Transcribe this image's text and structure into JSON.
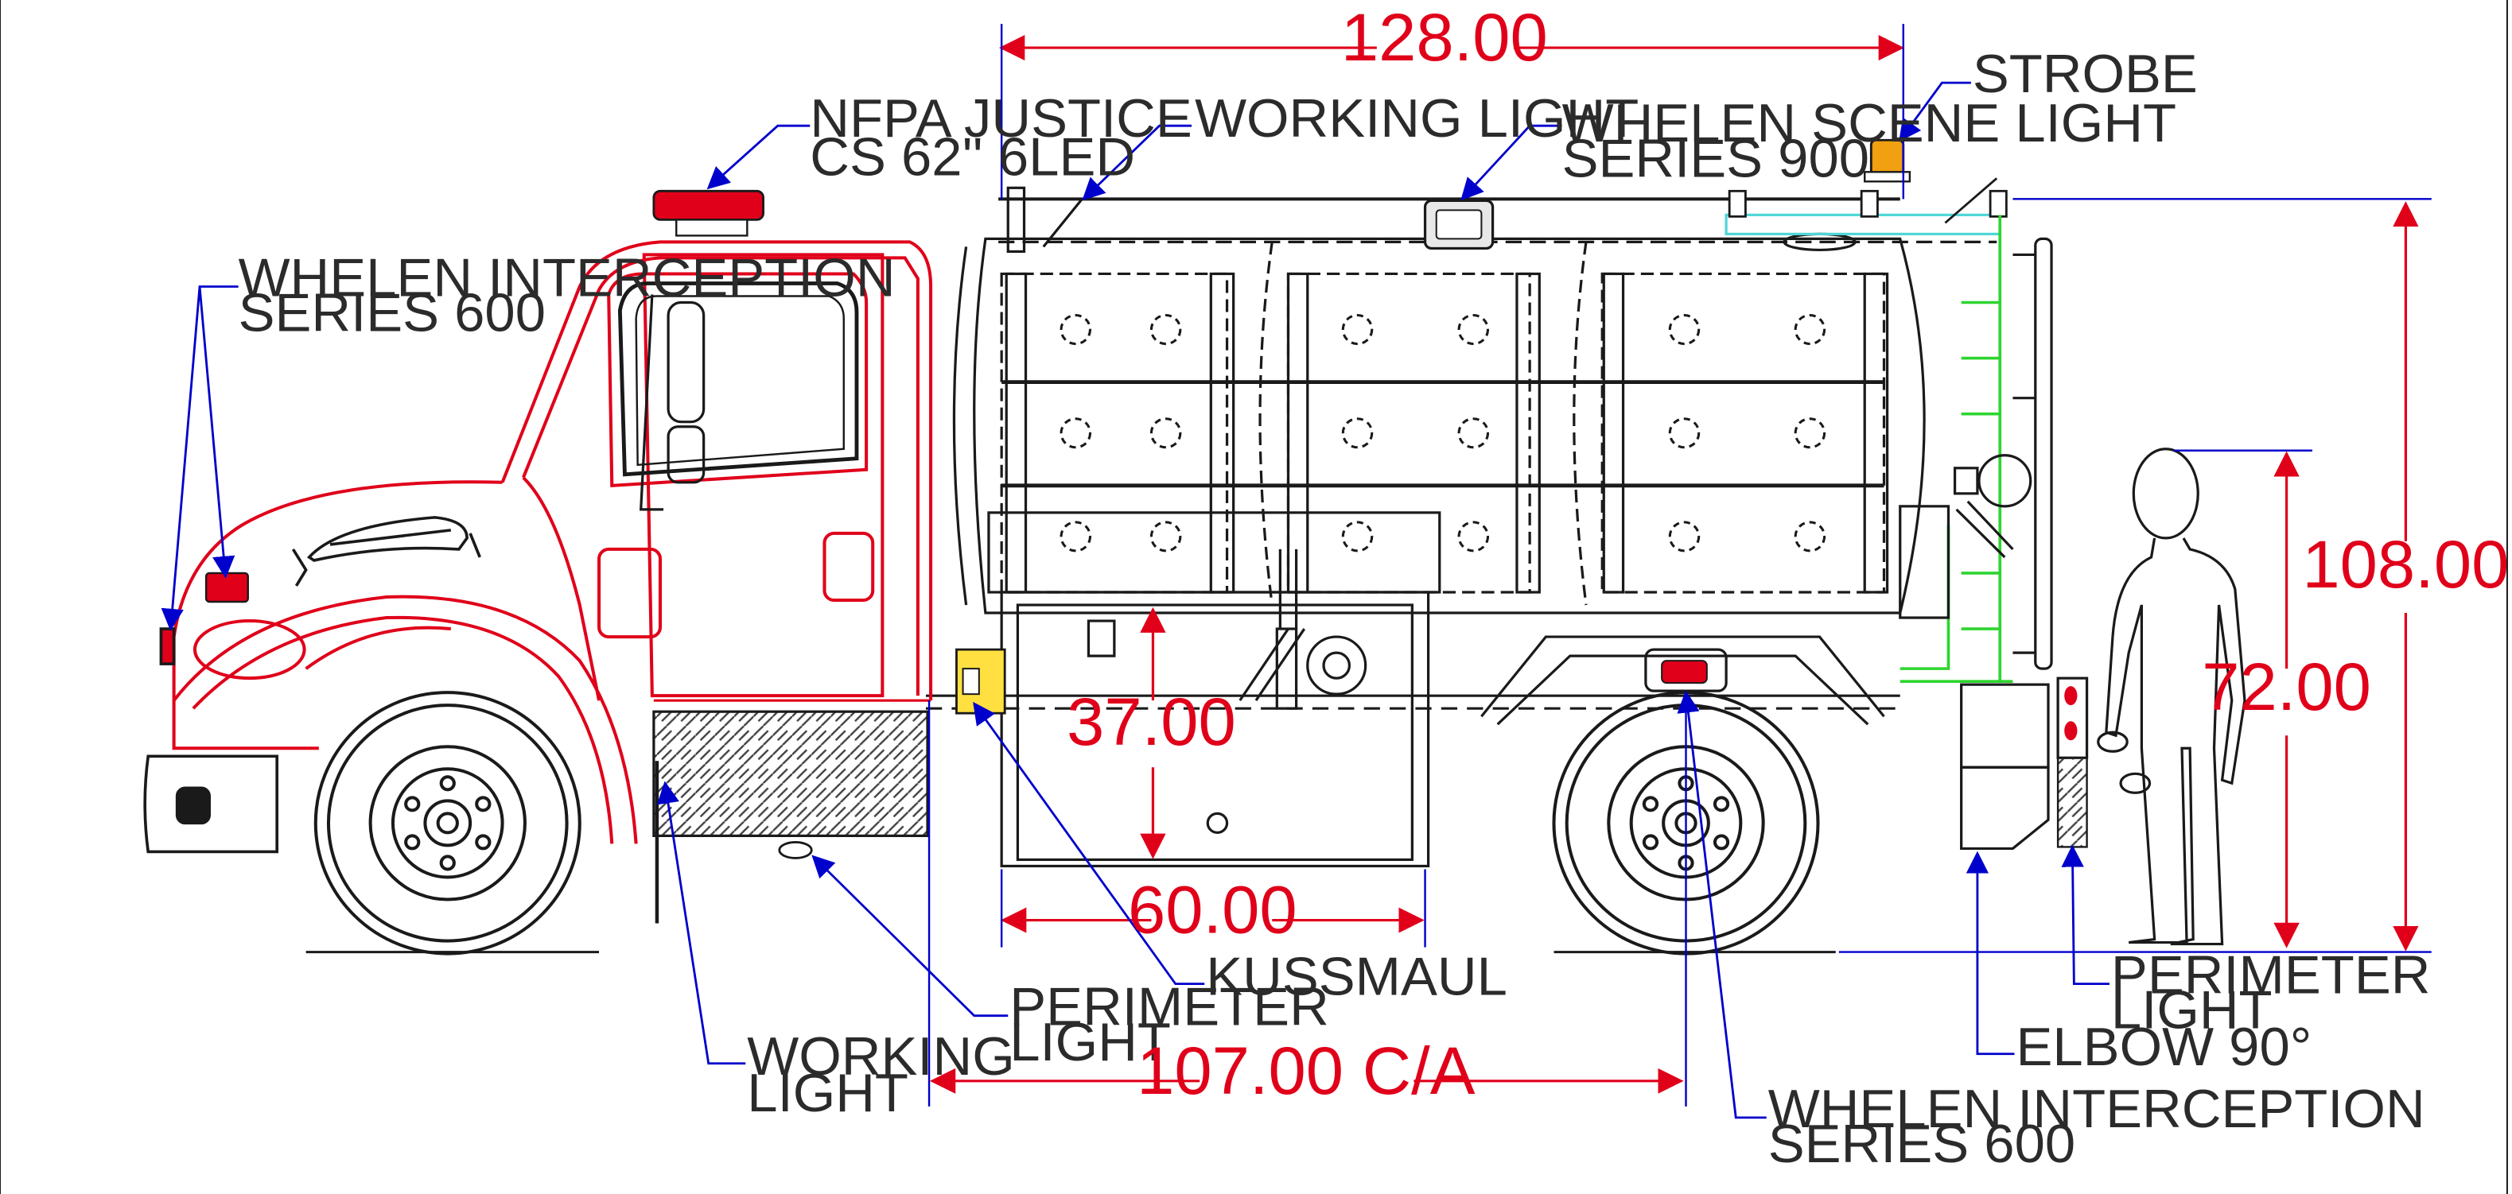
{
  "callouts": {
    "nfpa_justice_1": "NFPA JUSTICE",
    "nfpa_justice_2": "CS 62'' 6LED",
    "working_light_top": "WORKING LIGHT",
    "whelen_scene_1": "WHELEN SCENE LIGHT",
    "whelen_scene_2": "SERIES 900",
    "strobe": "STROBE",
    "whelen_interception_front_1": "WHELEN INTERCEPTION",
    "whelen_interception_front_2": "SERIES 600",
    "kussmaul": "KUSSMAUL",
    "perimeter_light_mid_1": "PERIMETER",
    "perimeter_light_mid_2": "LIGHT",
    "working_light_bottom_1": "WORKING",
    "working_light_bottom_2": "LIGHT",
    "whelen_interception_rear_1": "WHELEN INTERCEPTION",
    "whelen_interception_rear_2": "SERIES 600",
    "perimeter_light_rear_1": "PERIMETER",
    "perimeter_light_rear_2": "LIGHT",
    "elbow": "ELBOW 90°"
  },
  "dimensions": {
    "body_length": "128.00",
    "overall_height": "108.00",
    "person_height": "72.00",
    "compartment_height": "37.00",
    "compartment_width": "60.00",
    "cab_to_axle": "107.00 C/A"
  },
  "colors": {
    "cab": "#e0001a",
    "leader": "#0000cc",
    "dimension": "#e0001a",
    "ladder": "#2fd42f",
    "rail": "#4fd6d6",
    "strobe": "#f0a010",
    "outline": "#1a1a1a"
  }
}
